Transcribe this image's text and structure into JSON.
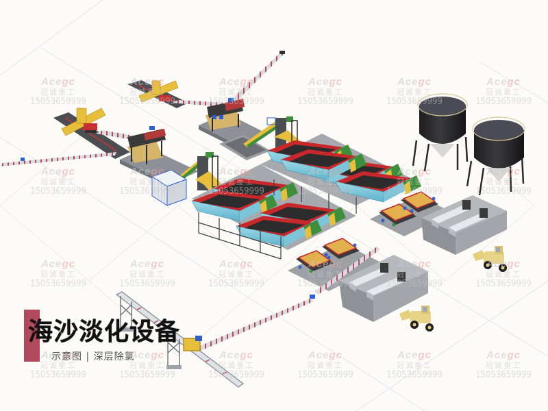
{
  "title": {
    "main": "海沙淡化设备",
    "subtitle": "示意图 | 深层除氯",
    "accent_color": "#b04a5c"
  },
  "watermark": {
    "brand_prefix": "Ace",
    "brand_suffix": "gc",
    "company": "冠诚重工",
    "phone": "15053659999",
    "brand_prefix_color": "#c9c9cc",
    "brand_suffix_color": "#e9a4a4"
  },
  "watermark_grid": {
    "columns": [
      30,
      160,
      290,
      420,
      550,
      680
    ],
    "rows": [
      112,
      243,
      378,
      511
    ]
  },
  "scene": {
    "description": "Isometric 3D schematic of sea sand desalination plant",
    "equipment": [
      {
        "name": "feed-hopper",
        "count": 2,
        "color": "#e8bf3a"
      },
      {
        "name": "belt-conveyor",
        "count": 5,
        "color": "#c0c4cc"
      },
      {
        "name": "vibrating-screen",
        "count": 2,
        "color": "#3a3a3a"
      },
      {
        "name": "bucket-elevator",
        "count": 2,
        "color": "#e8bf3a"
      },
      {
        "name": "spiral-sand-washer",
        "count": 8,
        "color": "#8fd0e0"
      },
      {
        "name": "dewatering-screen",
        "count": 6,
        "color": "#d9a64a"
      },
      {
        "name": "filter-press",
        "count": 4,
        "color": "#d8dde2"
      },
      {
        "name": "storage-silo",
        "count": 2,
        "color": "#2a2a2e"
      },
      {
        "name": "wheel-loader",
        "count": 2,
        "color": "#e5cf7a"
      },
      {
        "name": "site-office-container",
        "count": 1,
        "color": "#e9edf2"
      },
      {
        "name": "gantry-stacker",
        "count": 1,
        "color": "#8d939b"
      }
    ]
  }
}
